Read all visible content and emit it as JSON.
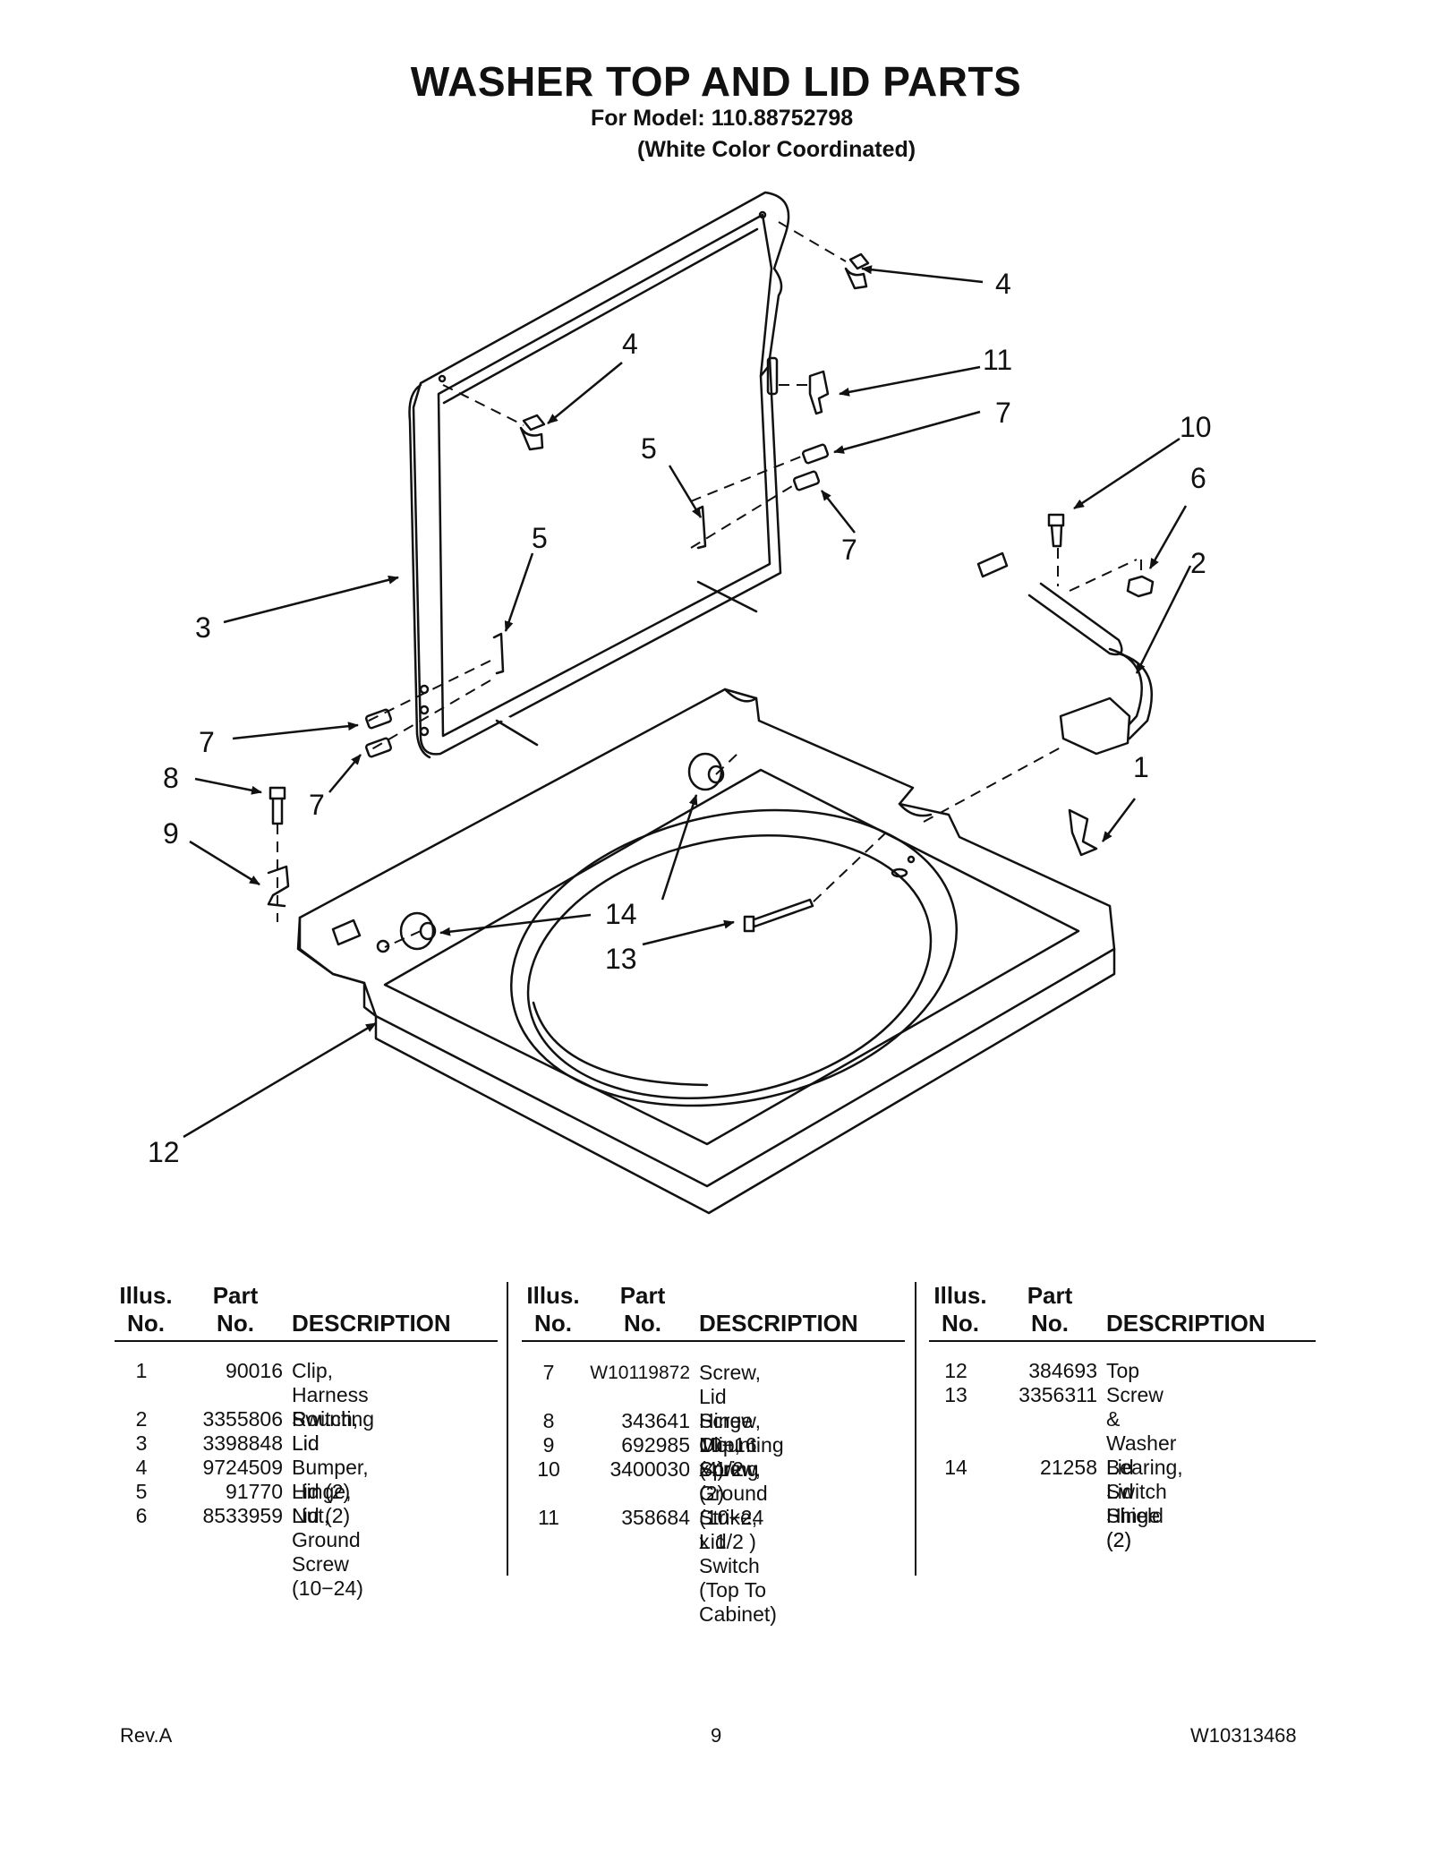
{
  "header": {
    "title": "WASHER TOP AND LID PARTS",
    "model": "For Model: 110.88752798",
    "color": "(White Color Coordinated)"
  },
  "diagram_callouts": [
    "4",
    "4",
    "11",
    "7",
    "10",
    "6",
    "5",
    "7",
    "5",
    "2",
    "3",
    "7",
    "8",
    "7",
    "1",
    "9",
    "14",
    "13",
    "12"
  ],
  "table_headers": {
    "illus_line1": "Illus.",
    "illus_line2": "No.",
    "part_line1": "Part",
    "part_line2": "No.",
    "description": "DESCRIPTION"
  },
  "columns": [
    {
      "rows": [
        {
          "illus": "1",
          "part": "90016",
          "desc": "Clip, Harness\nRounting"
        },
        {
          "illus": "2",
          "part": "3355806",
          "desc": "Switch, Lid"
        },
        {
          "illus": "3",
          "part": "3398848",
          "desc": "Lid"
        },
        {
          "illus": "4",
          "part": "9724509",
          "desc": "Bumper, Lid (2)"
        },
        {
          "illus": "5",
          "part": "91770",
          "desc": "Hinge, Lid (2)"
        },
        {
          "illus": "6",
          "part": "8533959",
          "desc": "Nut, Ground\nScrew (10−24)"
        }
      ]
    },
    {
      "rows": [
        {
          "illus": "7",
          "part": "W10119872",
          "desc": "Screw, Lid\nHinge Mounting (4)"
        },
        {
          "illus": "8",
          "part": "343641",
          "desc": "Screw, 10−16 x 1/2"
        },
        {
          "illus": "9",
          "part": "692985",
          "desc": "Clip, Spring (2)"
        },
        {
          "illus": "10",
          "part": "3400030",
          "desc": "Screw, Ground\n(10−24 x 1/2 )"
        },
        {
          "illus": "11",
          "part": "358684",
          "desc": "Strike, Lid\nSwitch\n(Top To Cabinet)"
        }
      ]
    },
    {
      "rows": [
        {
          "illus": "12",
          "part": "384693",
          "desc": "Top"
        },
        {
          "illus": "13",
          "part": "3356311",
          "desc": "Screw & Washer\nLid Switch\nShield (2)"
        },
        {
          "illus": "14",
          "part": "21258",
          "desc": "Bearing, Lid\nHinge (2)"
        }
      ]
    }
  ],
  "footer": {
    "left": "Rev.A",
    "center": "9",
    "right": "W10313468"
  }
}
